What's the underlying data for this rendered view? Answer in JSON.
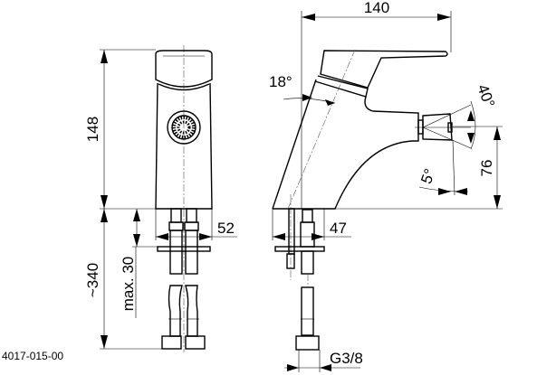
{
  "drawing_code": "4017-015-00",
  "front_view": {
    "height_dim": "148",
    "hose_length_dim": "~340",
    "deck_thickness_dim": "max. 30",
    "width_dim": "52"
  },
  "side_view": {
    "length_dim": "140",
    "lever_angle": "18°",
    "spray_angle": "40°",
    "tilt_angle": "5°",
    "spout_height_dim": "76",
    "base_dim": "47",
    "thread_dim": "G3/8"
  }
}
